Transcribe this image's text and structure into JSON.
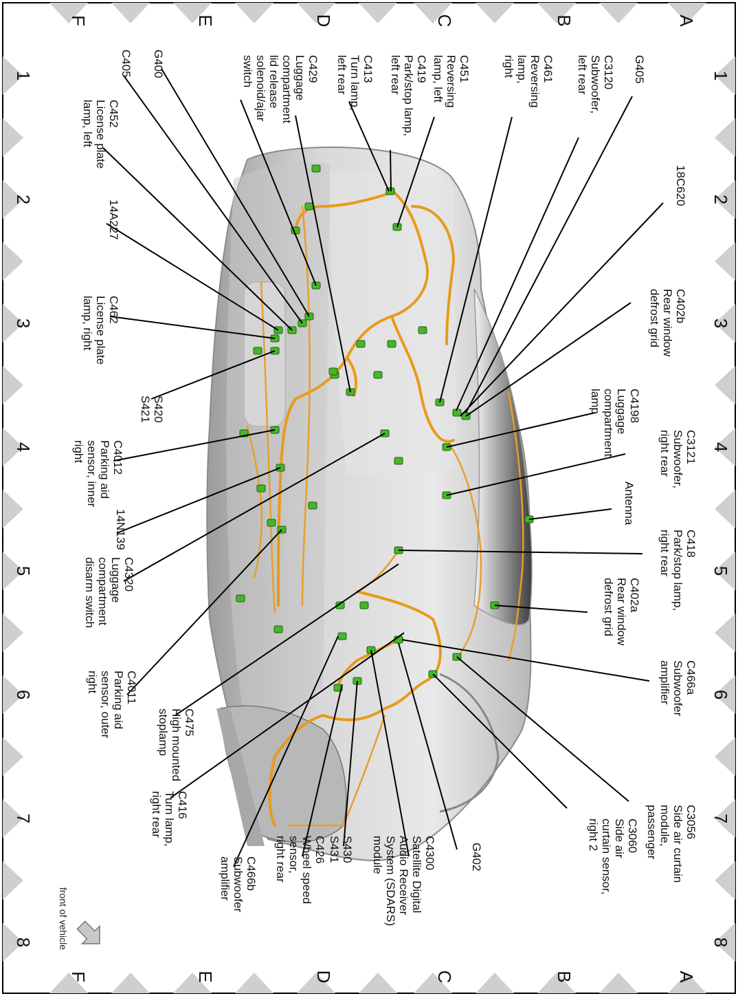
{
  "grid": {
    "top_numbers": [
      "1",
      "2",
      "3",
      "4",
      "5",
      "6",
      "7",
      "8"
    ],
    "bottom_numbers": [
      "1",
      "2",
      "3",
      "4",
      "5",
      "6",
      "7",
      "8"
    ],
    "right_letters": [
      "A",
      "B",
      "C",
      "D",
      "E",
      "F"
    ],
    "left_letters": [
      "A",
      "B",
      "C",
      "D",
      "E",
      "F"
    ]
  },
  "front_of_vehicle": "front of vehicle",
  "labels": [
    {
      "id": "c3120",
      "lines": [
        "C3120",
        "Subwoofer,",
        "left rear"
      ]
    },
    {
      "id": "g405",
      "lines": [
        "G405"
      ]
    },
    {
      "id": "c461",
      "lines": [
        "C461",
        "Reversing",
        "lamp,",
        "right"
      ]
    },
    {
      "id": "c451",
      "lines": [
        "C451",
        "Reversing",
        "lamp, left"
      ]
    },
    {
      "id": "c419",
      "lines": [
        "C419",
        "Park/stop lamp,",
        "left rear"
      ]
    },
    {
      "id": "c413",
      "lines": [
        "C413",
        "Turn lamp,",
        "left rear"
      ]
    },
    {
      "id": "c429",
      "lines": [
        "C429",
        "Luggage",
        "compartment",
        "lid release",
        "solenoid/ajar",
        "switch"
      ]
    },
    {
      "id": "g400",
      "lines": [
        "G400"
      ]
    },
    {
      "id": "c405",
      "lines": [
        "C405"
      ]
    },
    {
      "id": "c452",
      "lines": [
        "C452",
        "License plate",
        "lamp, left"
      ]
    },
    {
      "id": "18c620",
      "lines": [
        "18C620"
      ]
    },
    {
      "id": "14a227",
      "lines": [
        "14A227"
      ]
    },
    {
      "id": "c402b",
      "lines": [
        "C402b",
        "Rear window",
        "defrost grid"
      ]
    },
    {
      "id": "c462",
      "lines": [
        "C462",
        "License plate",
        "lamp, right"
      ]
    },
    {
      "id": "c4198",
      "lines": [
        "C4198",
        "Luggage",
        "compartment",
        "lamp"
      ]
    },
    {
      "id": "s420",
      "lines": [
        "S420",
        "S421"
      ]
    },
    {
      "id": "c3121",
      "lines": [
        "C3121",
        "Subwoofer,",
        "right rear"
      ]
    },
    {
      "id": "c4012",
      "lines": [
        "C4012",
        "Parking aid",
        "sensor, inner",
        "right"
      ]
    },
    {
      "id": "antenna",
      "lines": [
        "Antenna"
      ]
    },
    {
      "id": "14n139",
      "lines": [
        "14N139"
      ]
    },
    {
      "id": "c418",
      "lines": [
        "C418",
        "Park/stop lamp,",
        "right rear"
      ]
    },
    {
      "id": "c4320",
      "lines": [
        "C4320",
        "Luggage",
        "compartment",
        "disarm switch"
      ]
    },
    {
      "id": "c402a",
      "lines": [
        "C402a",
        "Rear window",
        "defrost grid"
      ]
    },
    {
      "id": "c466a",
      "lines": [
        "C466a",
        "Subwoofer",
        "amplifier"
      ]
    },
    {
      "id": "c4011",
      "lines": [
        "C4011",
        "Parking aid",
        "sensor, outer",
        "right"
      ]
    },
    {
      "id": "c475",
      "lines": [
        "C475",
        "High mounted",
        "stoplamp"
      ]
    },
    {
      "id": "c416",
      "lines": [
        "C416",
        "Turn lamp,",
        "right rear"
      ]
    },
    {
      "id": "c3056",
      "lines": [
        "C3056",
        "Side air curtain",
        "module,",
        "passenger"
      ]
    },
    {
      "id": "c3060",
      "lines": [
        "C3060",
        "Side air",
        "curtain sensor,",
        "right 2"
      ]
    },
    {
      "id": "g402",
      "lines": [
        "G402"
      ]
    },
    {
      "id": "c4300",
      "lines": [
        "C4300",
        "Satellite Digital",
        "Audio Receiver",
        "System (SDARS)",
        "module"
      ]
    },
    {
      "id": "s430",
      "lines": [
        "S430",
        "S431"
      ]
    },
    {
      "id": "c426",
      "lines": [
        "C426",
        "Wheel speed",
        "sensor,",
        "right rear"
      ]
    },
    {
      "id": "c466b",
      "lines": [
        "C466b",
        "Subwoofer",
        "amplifier"
      ]
    }
  ]
}
